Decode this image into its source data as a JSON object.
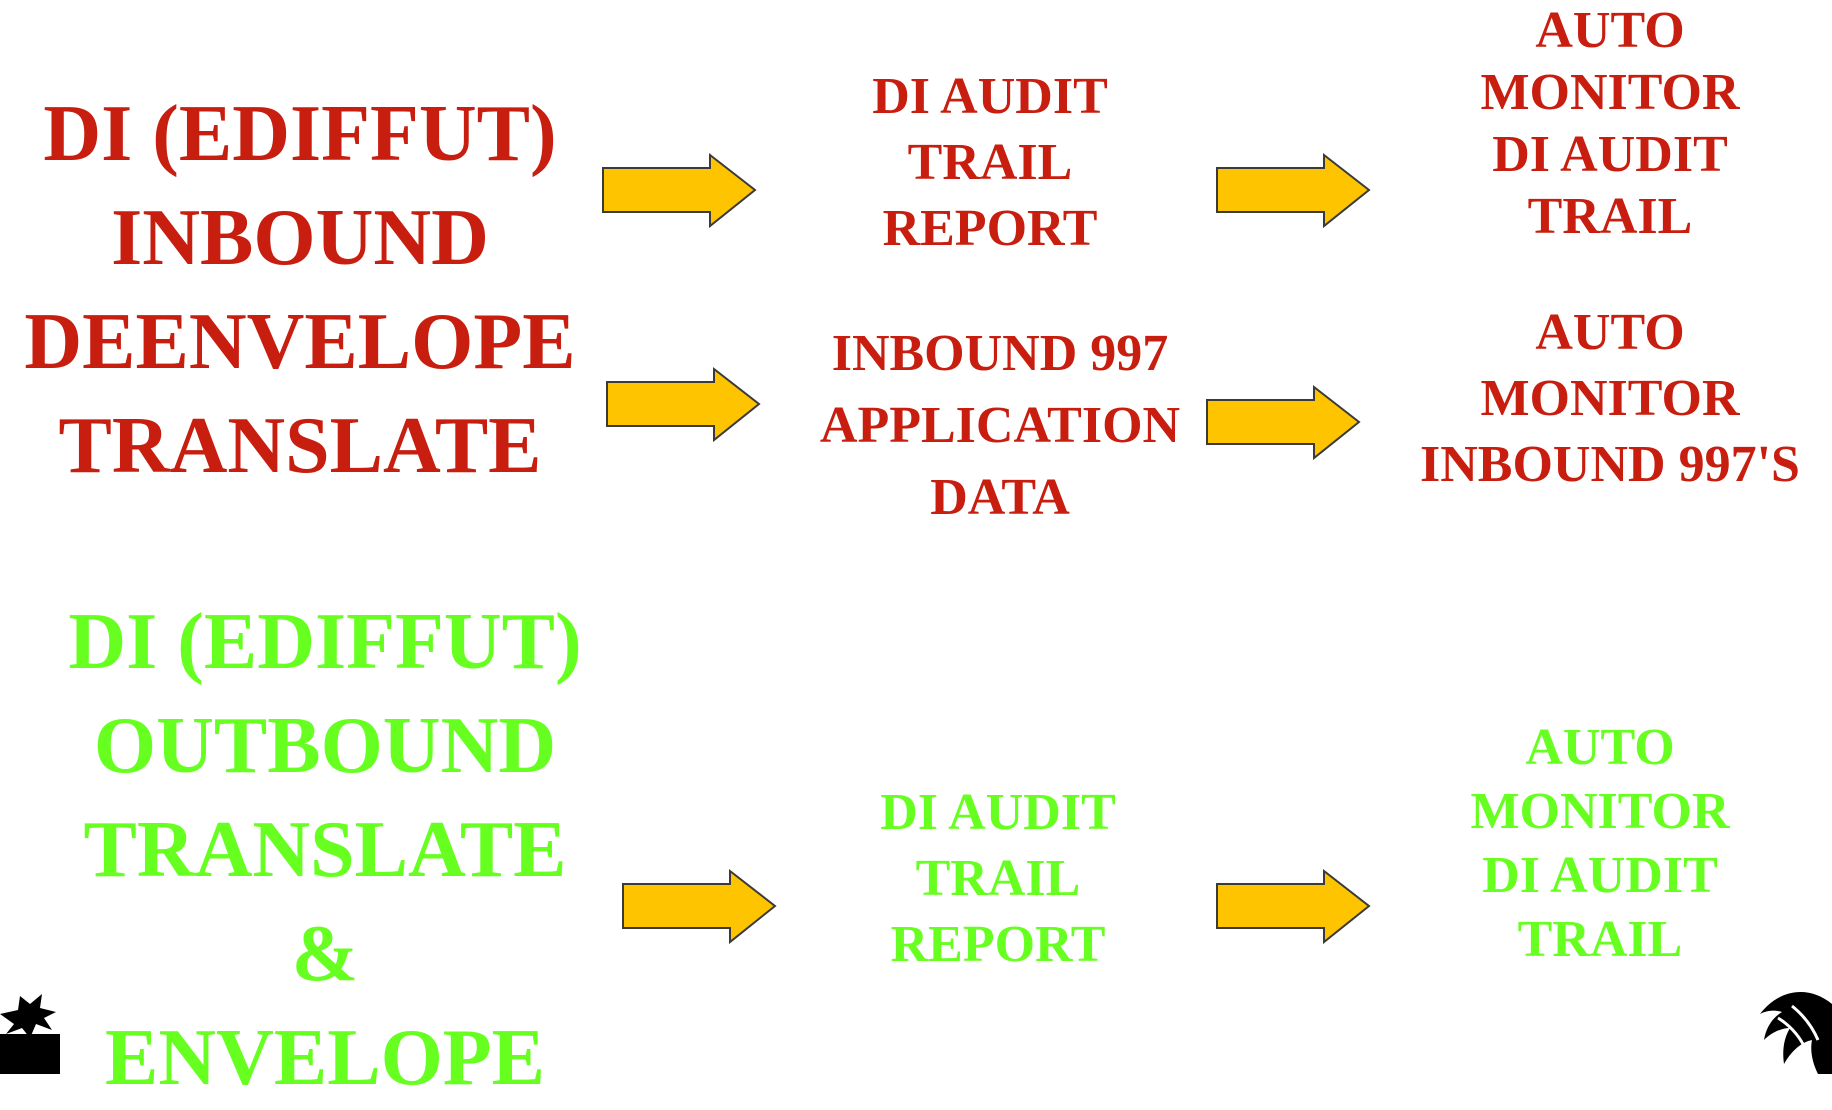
{
  "colors": {
    "inbound": "#c81e0f",
    "outbound": "#66ff1f",
    "arrow_fill": "#ffc400",
    "arrow_stroke": "#3a3a3a"
  },
  "inbound": {
    "source": "DI (EDIFFUT)\nINBOUND\nDEENVELOPE\nTRANSLATE",
    "row1_mid": "DI AUDIT\nTRAIL\nREPORT",
    "row1_end": "AUTO\nMONITOR\nDI AUDIT\nTRAIL",
    "row2_mid": "INBOUND  997\nAPPLICATION\nDATA",
    "row2_end": "AUTO\nMONITOR\nINBOUND 997'S"
  },
  "outbound": {
    "source": "DI (EDIFFUT)\nOUTBOUND\nTRANSLATE\n&\nENVELOPE",
    "mid": "DI AUDIT\nTRAIL\nREPORT",
    "end": "AUTO\nMONITOR\nDI AUDIT\nTRAIL"
  },
  "icons": {
    "corner_left": "palm-leaf-icon",
    "corner_right": "palm-leaf-icon"
  }
}
